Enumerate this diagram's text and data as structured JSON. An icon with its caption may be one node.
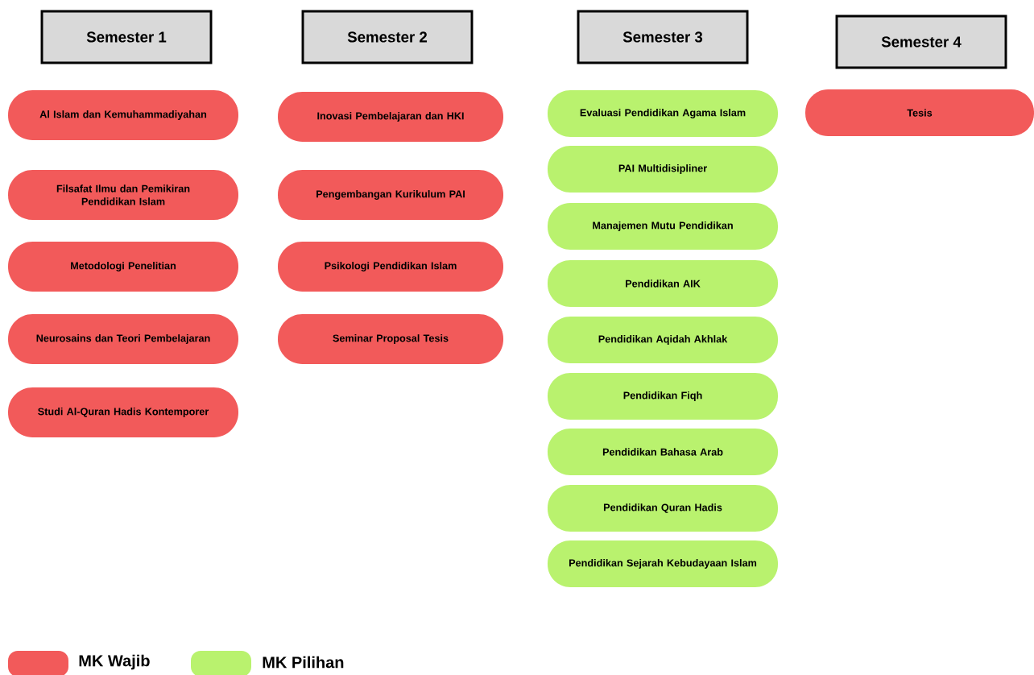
{
  "diagram": {
    "nodes": [
      {
        "text": [
          "Semester 1"
        ]
      },
      {
        "text": [
          "Semester 2"
        ]
      },
      {
        "text": [
          "Semester 3"
        ]
      },
      {
        "text": [
          "Semester 4"
        ]
      },
      {
        "text": [
          "Al Islam dan Kemuhammadiyahan"
        ]
      },
      {
        "text": [
          "Filsafat Ilmu dan Pemikiran Pendidikan Islam"
        ]
      },
      {
        "text": [
          "Metodologi Penelitian"
        ]
      },
      {
        "text": [
          "Neurosains dan Teori Pembelajaran"
        ]
      },
      {
        "text": [
          "Studi Al-Quran Hadis Kontemporer"
        ]
      },
      {
        "text": [
          "Inovasi Pembelajaran dan HKI"
        ]
      },
      {
        "text": [
          "Pengembangan Kurikulum PAI"
        ]
      },
      {
        "text": [
          "Psikologi Pendidikan Islam"
        ]
      },
      {
        "text": [
          "Seminar Proposal Tesis"
        ]
      },
      {
        "text": [
          "Evaluasi Pendidikan Agama Islam"
        ]
      },
      {
        "text": [
          "PAI Multidisipliner"
        ]
      },
      {
        "text": [
          "Manajemen Mutu Pendidikan"
        ]
      },
      {
        "text": [
          "Pendidikan AIK"
        ]
      },
      {
        "text": [
          "Pendidikan Aqidah Akhlak"
        ]
      },
      {
        "text": [
          "Pendidikan Fiqh"
        ]
      },
      {
        "text": [
          "Pendidikan Bahasa Arab"
        ]
      },
      {
        "text": [
          "Pendidikan Quran Hadis"
        ]
      },
      {
        "text": [
          "Pendidikan Sejarah Kebudayaan Islam"
        ]
      },
      {
        "text": [
          "Tesis"
        ]
      }
    ],
    "legend": [
      {
        "text": "MK Wajib",
        "color": "#f25a5a"
      },
      {
        "text": "MK Pilihan",
        "color": "#b9f26e"
      }
    ]
  }
}
